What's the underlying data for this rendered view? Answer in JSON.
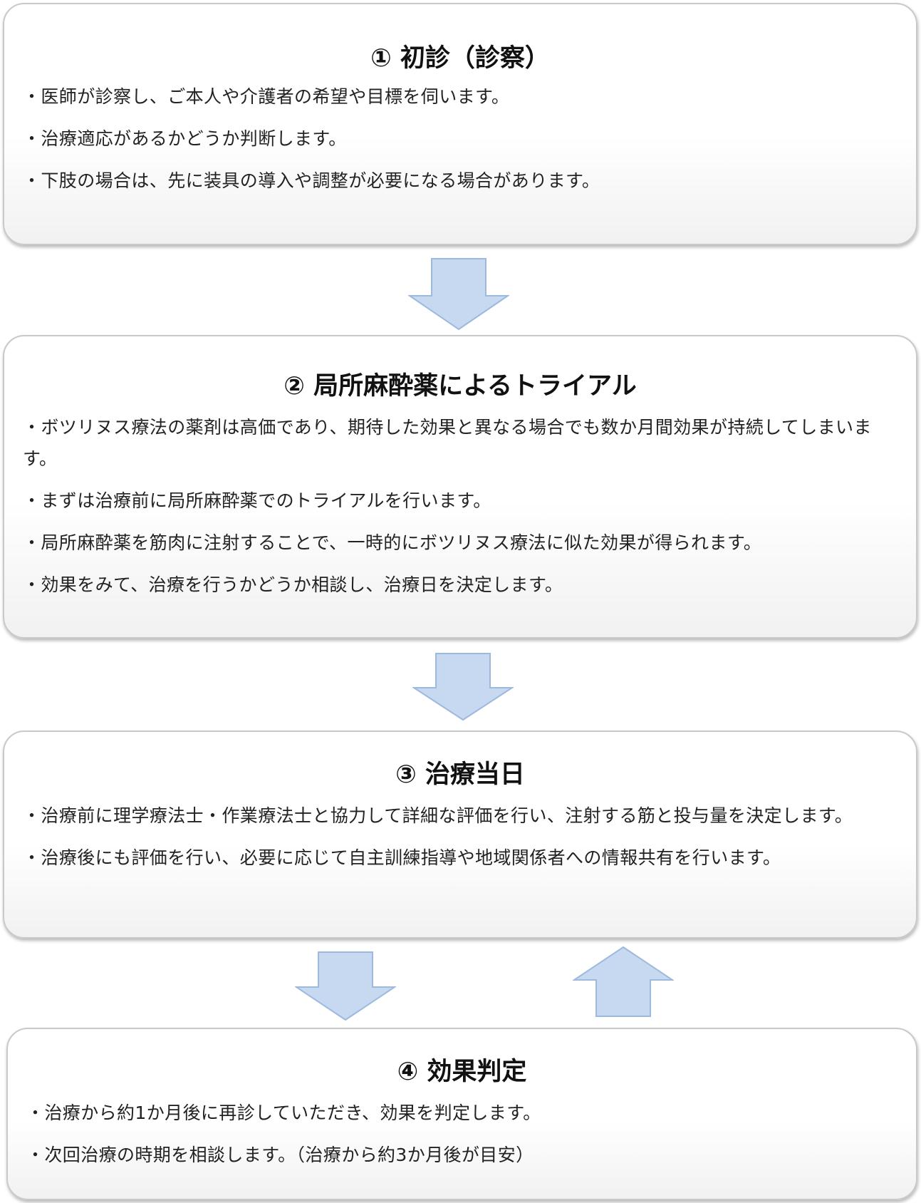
{
  "steps": [
    {
      "title": "① 初診（診察）",
      "lines": [
        "・医師が診察し、ご本人や介護者の希望や目標を伺います。",
        "・治療適応があるかどうか判断します。",
        "・下肢の場合は、先に装具の導入や調整が必要になる場合があります。"
      ]
    },
    {
      "title": "② 局所麻酔薬によるトライアル",
      "lines": [
        "・ボツリヌス療法の薬剤は高価であり、期待した効果と異なる場合でも数か月間効果が持続してしまいます。",
        "・まずは治療前に局所麻酔薬でのトライアルを行います。",
        "・局所麻酔薬を筋肉に注射することで、一時的にボツリヌス療法に似た効果が得られます。",
        "・効果をみて、治療を行うかどうか相談し、治療日を決定します。"
      ]
    },
    {
      "title": "③ 治療当日",
      "lines": [
        "・治療前に理学療法士・作業療法士と協力して詳細な評価を行い、注射する筋と投与量を決定します。",
        "・治療後にも評価を行い、必要に応じて自主訓練指導や地域関係者への情報共有を行います。"
      ]
    },
    {
      "title": "④ 効果判定",
      "lines": [
        "・治療から約1か月後に再診していただき、効果を判定します。",
        "・次回治療の時期を相談します。（治療から約3か月後が目安）"
      ]
    }
  ],
  "colors": {
    "arrow_fill": "#c6d9f1",
    "arrow_stroke": "#9db9dd"
  }
}
